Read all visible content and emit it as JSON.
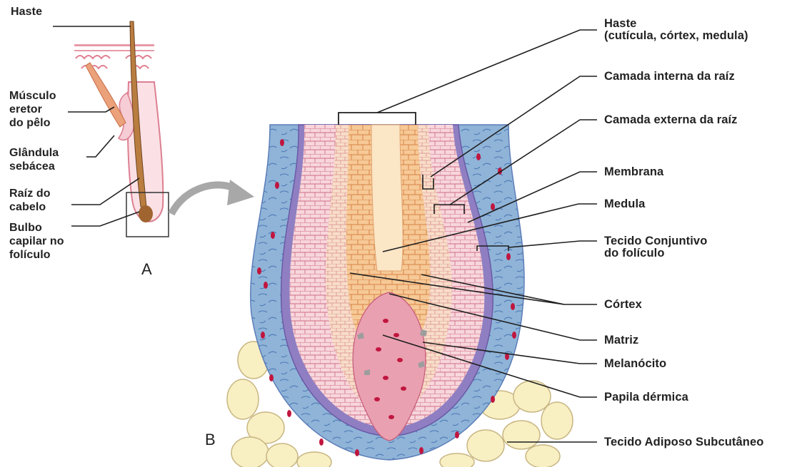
{
  "panels": {
    "a": "A",
    "b": "B"
  },
  "labels_left": {
    "haste": "Haste",
    "musculo": [
      "Músculo",
      "eretor",
      "do pêlo"
    ],
    "glandula": [
      "Glândula",
      "sebácea"
    ],
    "raiz": [
      "Raíz do",
      "cabelo"
    ],
    "bulbo": [
      "Bulbo",
      "capilar no",
      "folículo"
    ]
  },
  "labels_right": {
    "haste": [
      "Haste",
      "(cutícula, córtex, medula)"
    ],
    "camada_interna": "Camada interna da raíz",
    "camada_externa": "Camada externa da raíz",
    "membrana": "Membrana",
    "medula": "Medula",
    "tecido_conjuntivo": [
      "Tecido Conjuntivo",
      "do folículo"
    ],
    "cortex": "Córtex",
    "matriz": "Matriz",
    "melanocito": "Melanócito",
    "papila": "Papila dérmica",
    "adiposo": "Tecido Adiposo Subcutâneo"
  },
  "colors": {
    "outer_tissue": "#8fb4d8",
    "membrane": "#8f7fc2",
    "outer_root": "#f3c9cf",
    "inner_root": "#f7d8bf",
    "cortex": "#f1bb84",
    "medulla": "#fbe6c6",
    "papilla": "#e9a0b1",
    "fat": "#f8efc3",
    "nuclei": "#c0163f",
    "leader": "#1f1f1f",
    "arrow": "#a8a8a8"
  }
}
